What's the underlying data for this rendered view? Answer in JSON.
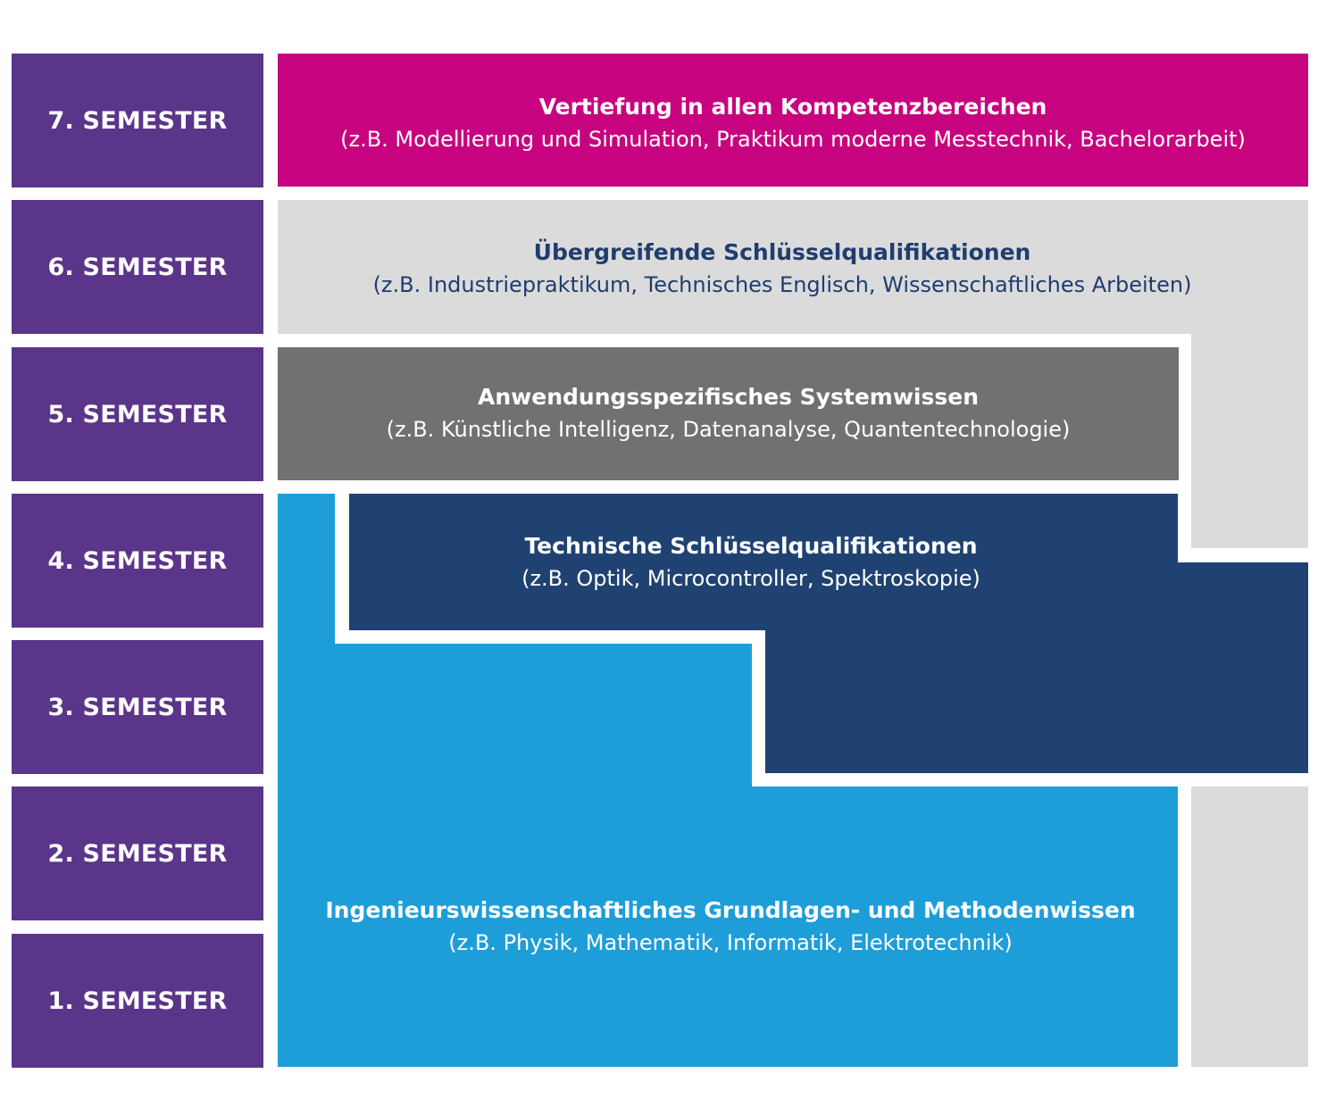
{
  "colors": {
    "semester": "#5a3589",
    "vertiefung": "#c8037f",
    "uebergreifend": "#dbdbdb",
    "anwendung": "#717171",
    "technisch": "#1f4272",
    "grundlagen": "#1e9ed9"
  },
  "semesters": [
    {
      "label": "7. SEMESTER"
    },
    {
      "label": "6. SEMESTER"
    },
    {
      "label": "5. SEMESTER"
    },
    {
      "label": "4. SEMESTER"
    },
    {
      "label": "3. SEMESTER"
    },
    {
      "label": "2. SEMESTER"
    },
    {
      "label": "1. SEMESTER"
    }
  ],
  "areas": {
    "vertiefung": {
      "title": "Vertiefung in allen Kompetenzbereichen",
      "subtitle": "(z.B. Modellierung und Simulation, Praktikum moderne Messtechnik, Bachelorarbeit)"
    },
    "uebergreifend": {
      "title": "Übergreifende Schlüsselqualifikationen",
      "subtitle": "(z.B. Industriepraktikum, Technisches Englisch, Wissenschaftliches Arbeiten)"
    },
    "anwendung": {
      "title": "Anwendungsspezifisches Systemwissen",
      "subtitle": "(z.B. Künstliche Intelligenz, Datenanalyse, Quantentechnologie)"
    },
    "technisch": {
      "title": "Technische Schlüsselqualifikationen",
      "subtitle": "(z.B. Optik, Microcontroller, Spektroskopie)"
    },
    "grundlagen": {
      "title": "Ingenieurswissenschaftliches Grundlagen- und Methodenwissen",
      "subtitle": "(z.B. Physik, Mathematik, Informatik, Elektrotechnik)"
    }
  }
}
